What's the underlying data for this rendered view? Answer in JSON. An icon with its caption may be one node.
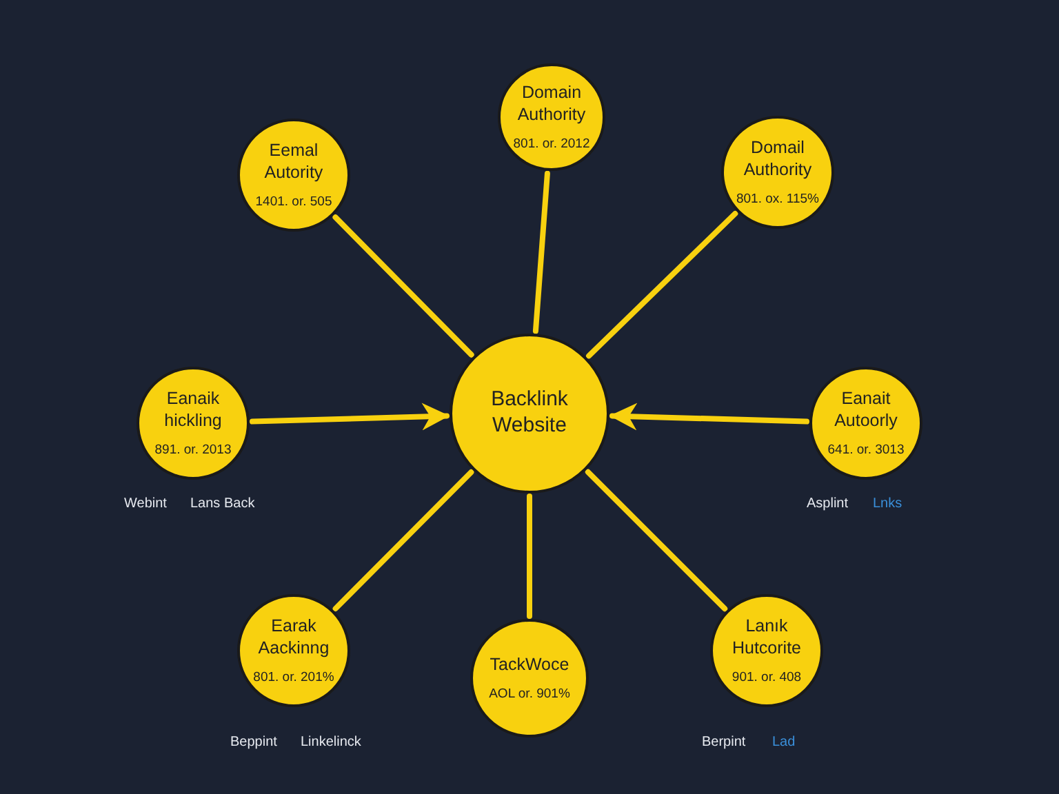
{
  "diagram": {
    "nodes": [
      {
        "text": [
          "Backlink Website"
        ]
      },
      {
        "text": [
          "Domain Authority",
          "801. or. 2012"
        ]
      },
      {
        "text": [
          "Eemal Autority",
          "1401. or. 505"
        ]
      },
      {
        "text": [
          "Domail Authority",
          "801. ox. 115%"
        ]
      },
      {
        "text": [
          "Eanaik hickling",
          "891. or. 2013"
        ]
      },
      {
        "text": [
          "Eanait Autoorly",
          "641. or. 3013"
        ]
      },
      {
        "text": [
          "Earak Aackinng",
          "801. or. 201%"
        ]
      },
      {
        "text": [
          "TackWoce",
          "AOL or. 901%"
        ]
      },
      {
        "text": [
          "Lanık Hutcorite",
          "901. or. 408"
        ]
      }
    ],
    "edges": [
      {
        "from": 1,
        "to": 0,
        "arrow": "none"
      },
      {
        "from": 2,
        "to": 0,
        "arrow": "none"
      },
      {
        "from": 3,
        "to": 0,
        "arrow": "none"
      },
      {
        "from": 4,
        "to": 0,
        "arrow": "to"
      },
      {
        "from": 5,
        "to": 0,
        "arrow": "to"
      },
      {
        "from": 6,
        "to": 0,
        "arrow": "none"
      },
      {
        "from": 7,
        "to": 0,
        "arrow": "none"
      },
      {
        "from": 8,
        "to": 0,
        "arrow": "none"
      }
    ],
    "labels": [
      "Webint",
      "Lans Back",
      "Asplint",
      "Lnks",
      "Beppint",
      "Linkelinck",
      "Berpint",
      "Lad"
    ]
  }
}
